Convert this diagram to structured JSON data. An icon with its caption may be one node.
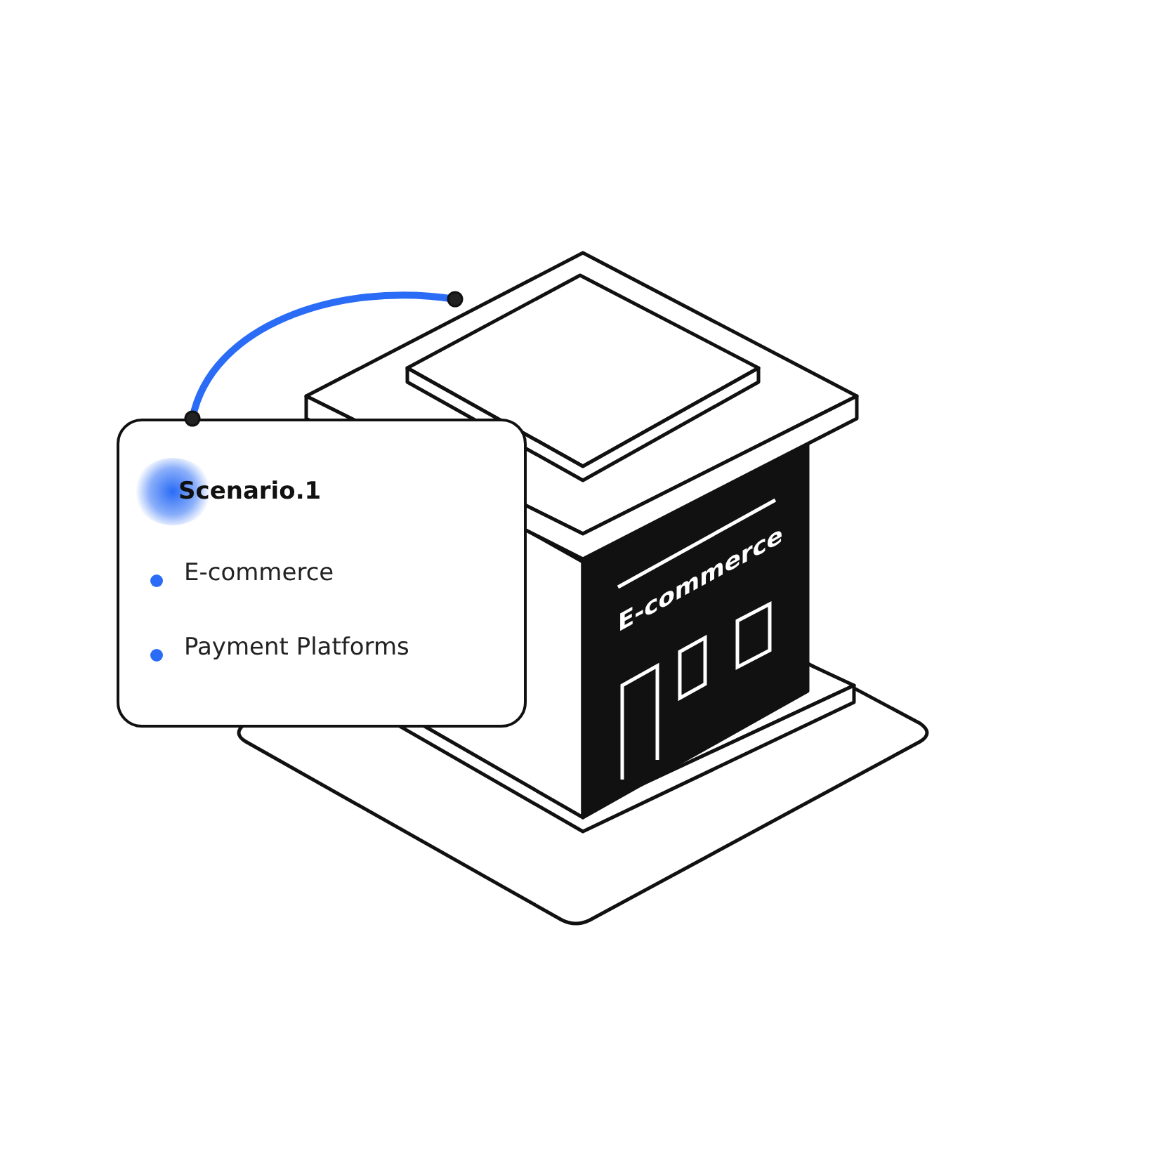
{
  "diagram": {
    "nodes": [
      {
        "text": [
          "Scenario.1",
          "E-commerce",
          "Payment Platforms"
        ]
      },
      {
        "text": [
          "E-commerce"
        ]
      }
    ],
    "edges": [
      {
        "from": 0,
        "to": 1,
        "arrow": "other"
      }
    ]
  }
}
